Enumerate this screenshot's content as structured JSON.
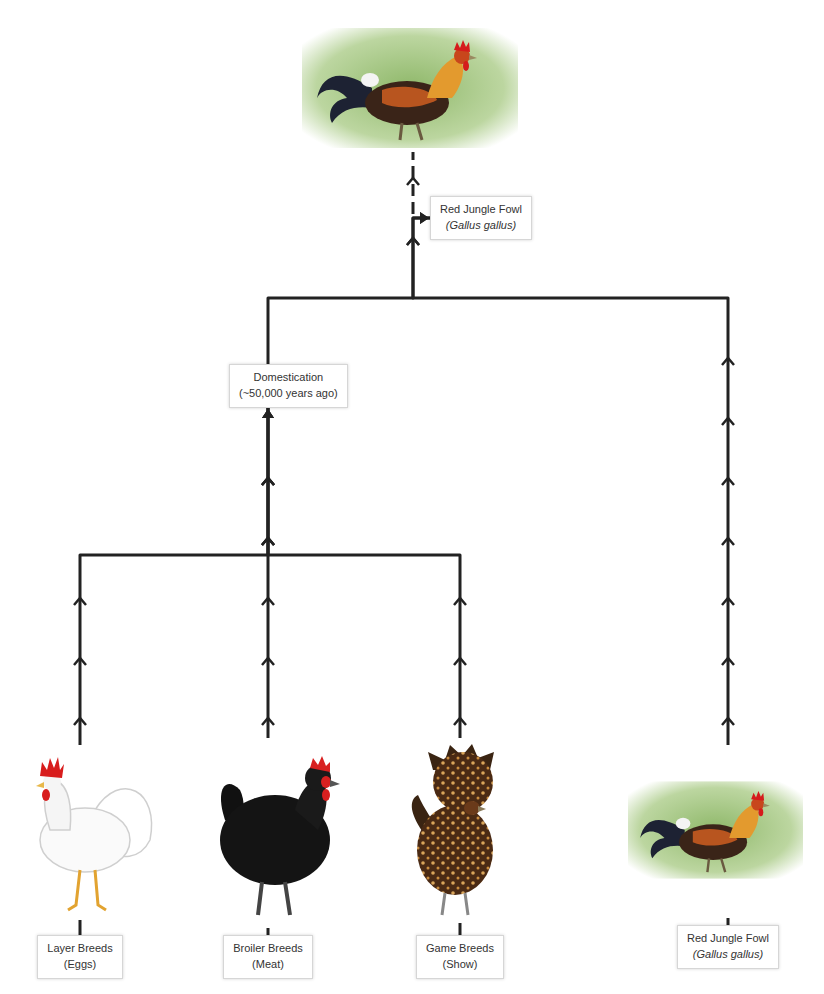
{
  "diagram": {
    "nodes": [
      {
        "text": [
          "Red Jungle Fowl",
          "(Gallus gallus)"
        ]
      },
      {
        "text": [
          "Domestication",
          "(~50,000 years ago)"
        ]
      },
      {
        "text": [
          "Layer Breeds",
          "(Eggs)"
        ]
      },
      {
        "text": [
          "Broiler Breeds",
          "(Meat)"
        ]
      },
      {
        "text": [
          "Game Breeds",
          "(Show)"
        ]
      },
      {
        "text": [
          "Red Jungle Fowl",
          "(Gallus gallus)"
        ]
      }
    ],
    "edges": [
      {
        "from": 2,
        "to": 1,
        "arrow": "to"
      },
      {
        "from": 3,
        "to": 1,
        "arrow": "to"
      },
      {
        "from": 4,
        "to": 1,
        "arrow": "to"
      },
      {
        "from": 1,
        "to": 0,
        "arrow": "to"
      },
      {
        "from": 5,
        "to": 0,
        "arrow": "to"
      }
    ]
  }
}
